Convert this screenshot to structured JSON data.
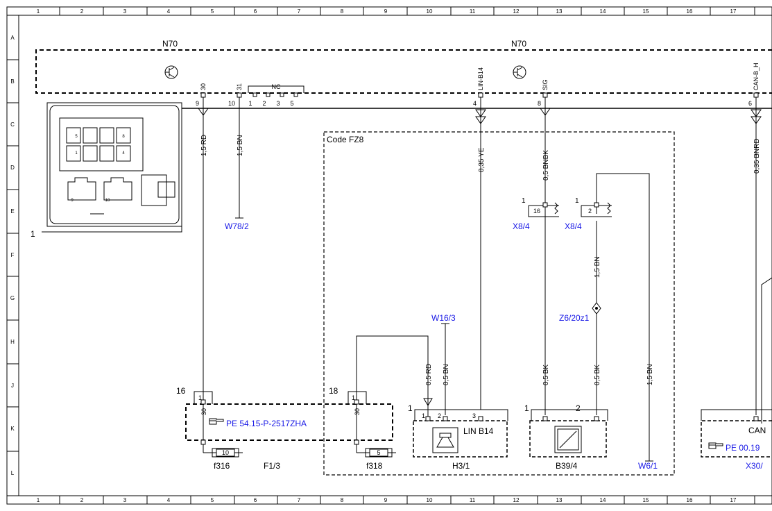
{
  "grid": {
    "columns": [
      "1",
      "2",
      "3",
      "4",
      "5",
      "6",
      "7",
      "8",
      "9",
      "10",
      "11",
      "12",
      "13",
      "14",
      "15",
      "16",
      "17"
    ],
    "rows": [
      "A",
      "B",
      "C",
      "D",
      "E",
      "F",
      "G",
      "H",
      "J",
      "K",
      "L"
    ]
  },
  "modules": {
    "n70_left": "N70",
    "n70_right": "N70"
  },
  "connector_pins": {
    "p30": "30",
    "p31": "31",
    "nc": "NC",
    "lin": "LIN-B14",
    "sig": "SIG",
    "can": "CAN-B_H",
    "n9": "9",
    "n10": "10",
    "n1": "1",
    "n2": "2",
    "n3": "3",
    "n5": "5",
    "n4": "4",
    "n8": "8",
    "n6": "6"
  },
  "connector_view": {
    "pins": [
      "5",
      "8",
      "1",
      "4",
      "9",
      "10"
    ],
    "item_number": "1"
  },
  "wires": {
    "w_rd15": "1,5 RD",
    "w_bn15": "1,5 BN",
    "w_ye035": "0,35 YE",
    "w_bnbk": "0,5 BNBK",
    "w_bnrd": "0,35 BNRD",
    "w_bn15b": "1,5 BN",
    "w_rd05": "0,5 RD",
    "w_bn05": "0,5 BN",
    "w_bk05a": "0,5 BK",
    "w_bk05b": "0,5 BK",
    "w_bn15c": "1,5 BN"
  },
  "refs": {
    "w78": "W78/2",
    "x84a": "X8/4",
    "x84b": "X8/4",
    "w163": "W16/3",
    "z620": "Z6/20z1",
    "pe_left": "PE 54.15-P-2517ZHA",
    "pe_right": "PE 00.19",
    "w61": "W6/1",
    "x30": "X30/"
  },
  "code_box": "Code FZ8",
  "fuses": {
    "f316_num": "10",
    "f316_label": "f316",
    "f318_num": "5",
    "f318_label": "f318",
    "f13": "F1/3",
    "f16": "16",
    "f18": "18",
    "pin30a": "30",
    "pin30b": "30",
    "pin1a": "1",
    "pin1b": "1"
  },
  "x84_pins": {
    "a_side": "1",
    "a_pin": "16",
    "b_side": "1",
    "b_pin": "2"
  },
  "h31": {
    "box_num": "1",
    "pin1": "1",
    "pin2": "2",
    "pin3": "3",
    "text": "LIN B14",
    "label": "H3/1"
  },
  "b394": {
    "box_num1": "1",
    "box_num2": "2",
    "label": "B39/4"
  },
  "can_box": {
    "text": "CAN"
  }
}
